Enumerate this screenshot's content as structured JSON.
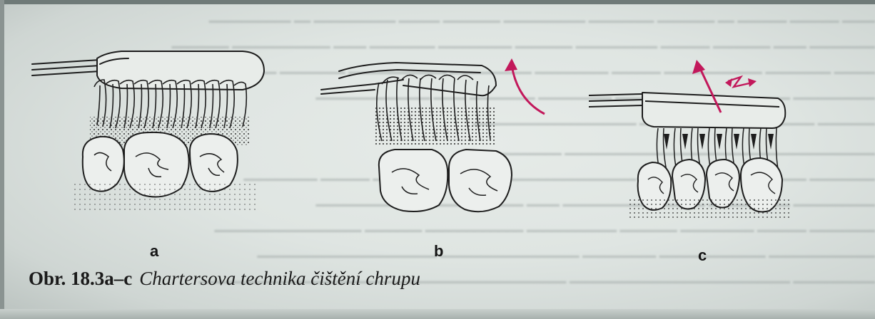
{
  "figure": {
    "panels": [
      {
        "label": "a"
      },
      {
        "label": "b"
      },
      {
        "label": "c"
      }
    ],
    "caption": {
      "number": "Obr. 18.3a–c",
      "title": "Chartersova technika čištění chrupu"
    },
    "colors": {
      "arrow": "#c2185b",
      "ink": "#1d1d1d",
      "paper": "#e2e8e5"
    }
  }
}
